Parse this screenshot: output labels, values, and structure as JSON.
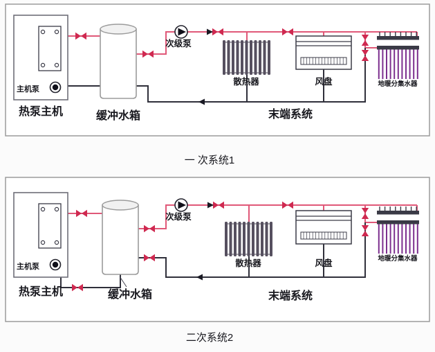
{
  "colors": {
    "supply": "#e05878",
    "return": "#2f2f3a",
    "valve": "#cf2950",
    "manifold_loop": "#7c2e8e",
    "component": "#3a3a46",
    "frame_border": "#9b9b9b"
  },
  "diagrams": [
    {
      "caption": "一 次系统1",
      "labels": {
        "main_pump": "主机泵",
        "heat_pump": "热泵主机",
        "buffer_tank": "缓冲水箱",
        "secondary_pump": "次级泵",
        "radiator": "散热器",
        "fan_coil": "风盘",
        "manifold": "地暖分集水器",
        "terminal": "末端系统"
      }
    },
    {
      "caption": "二次系统2",
      "labels": {
        "main_pump": "主机泵",
        "heat_pump": "热泵主机",
        "buffer_tank": "缓冲水箱",
        "secondary_pump": "次级泵",
        "radiator": "散热器",
        "fan_coil": "风盘",
        "manifold": "地暖分集水器",
        "terminal": "末端系统"
      }
    }
  ]
}
